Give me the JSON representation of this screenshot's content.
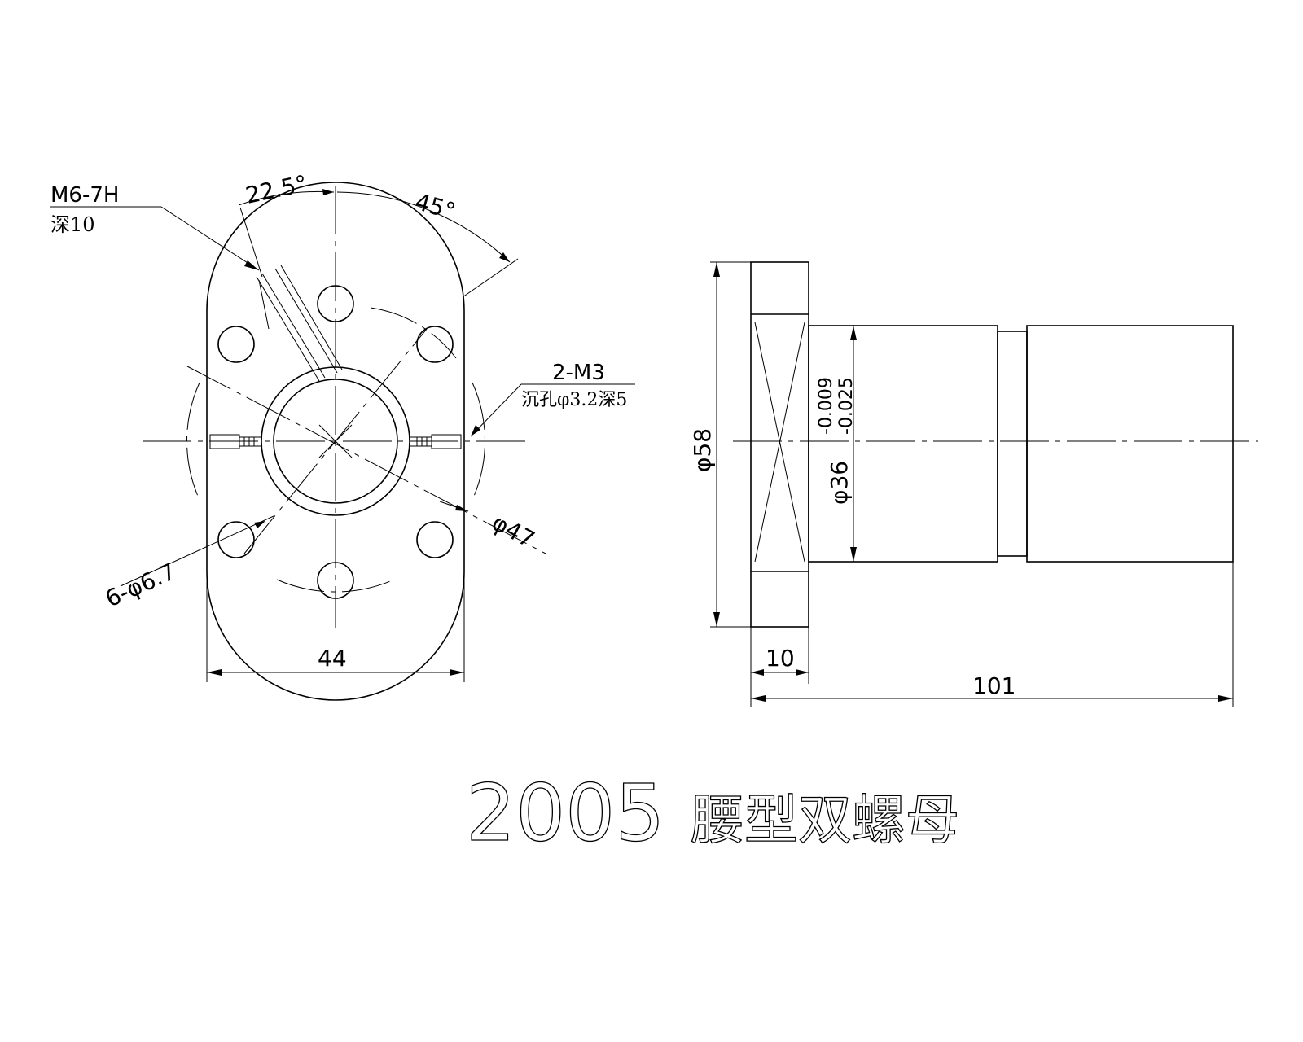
{
  "front_view": {
    "thread_label": "M6-7H",
    "thread_depth_label": "深10",
    "angle_small": "22.5°",
    "angle_large": "45°",
    "oil_hole_label": "2-M3",
    "oil_hole_detail": "沉孔φ3.2深5",
    "bolt_circle": "φ47",
    "mount_holes": "6-φ6.7",
    "width": "44"
  },
  "side_view": {
    "flange_dia": "φ58",
    "body_dia": "φ36",
    "tol_upper": "-0.009",
    "tol_lower": "-0.025",
    "flange_thickness": "10",
    "total_length": "101"
  },
  "title": {
    "model": "2005",
    "name": "腰型双螺母"
  }
}
